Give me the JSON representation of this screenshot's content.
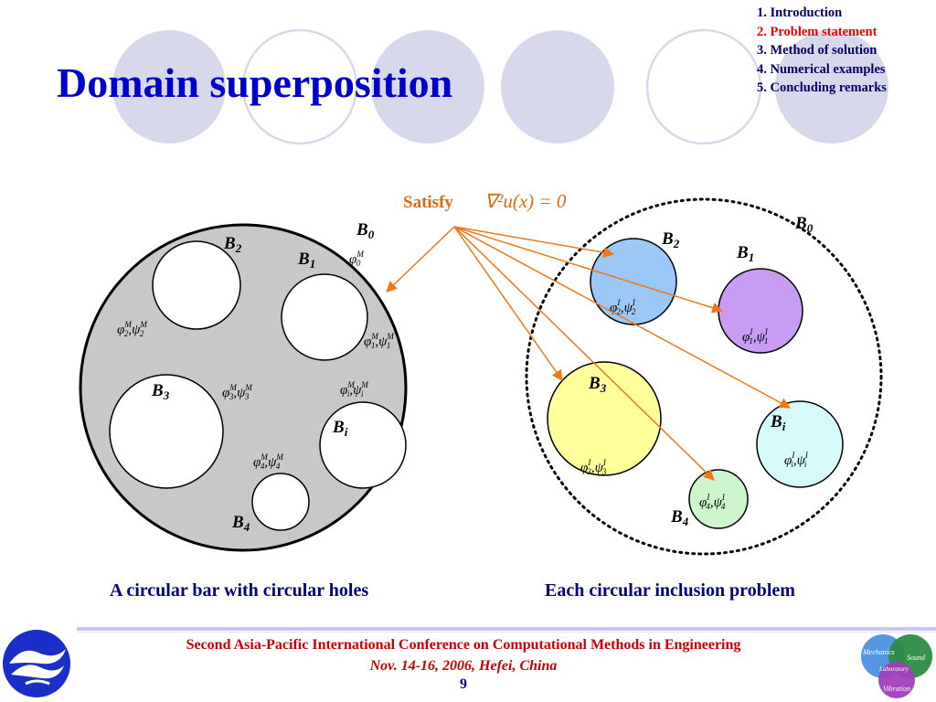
{
  "title": "Domain superposition",
  "outline": [
    {
      "label": "1. Introduction",
      "active": false
    },
    {
      "label": "2. Problem statement",
      "active": true
    },
    {
      "label": "3. Method of solution",
      "active": false
    },
    {
      "label": "4. Numerical examples",
      "active": false
    },
    {
      "label": "5. Concluding remarks",
      "active": false
    }
  ],
  "equation": {
    "keyword": "Satisfy",
    "expression": "∇²u(x) = 0"
  },
  "left_figure": {
    "caption": "A circular bar with circular holes",
    "labels": {
      "b0": "B0",
      "b1": "B1",
      "b2": "B2",
      "b3": "B3",
      "b4": "B4",
      "bi": "Bi"
    },
    "potentials": [
      "φ0M",
      "φ1M,ψ1M",
      "φ2M,ψ2M",
      "φ3M,ψ3M",
      "φ4M,ψ4M",
      "φiM,ψiM"
    ]
  },
  "right_figure": {
    "caption": "Each circular inclusion problem",
    "labels": {
      "b0": "B0",
      "b1": "B1",
      "b2": "B2",
      "b3": "B3",
      "b4": "B4",
      "bi": "Bi"
    },
    "potentials": [
      "φ1I,ψ1I",
      "φ2I,ψ2I",
      "φ3I,ψ3I",
      "φ4I,ψ4I",
      "φiI,ψiI"
    ]
  },
  "colors": {
    "title": "#0000cc",
    "active_outline": "#ee0000",
    "arrows": "#f07818",
    "bar": "#c8c8c8",
    "inclusion_b1": "#c99cf3",
    "inclusion_b2": "#9cc8f8",
    "inclusion_b3": "#ffff9c",
    "inclusion_b4": "#cdf6cd",
    "inclusion_bi": "#d6fafa",
    "deco_circles": "#d8d8ec"
  },
  "footer": {
    "conference": "Second Asia-Pacific International Conference on Computational Methods in Engineering",
    "date_place": "Nov. 14-16, 2006, Hefei, China",
    "page": "9"
  },
  "logo_right": {
    "words": [
      "Mechanics",
      "Sound",
      "Laboratory",
      "Vibration"
    ]
  }
}
